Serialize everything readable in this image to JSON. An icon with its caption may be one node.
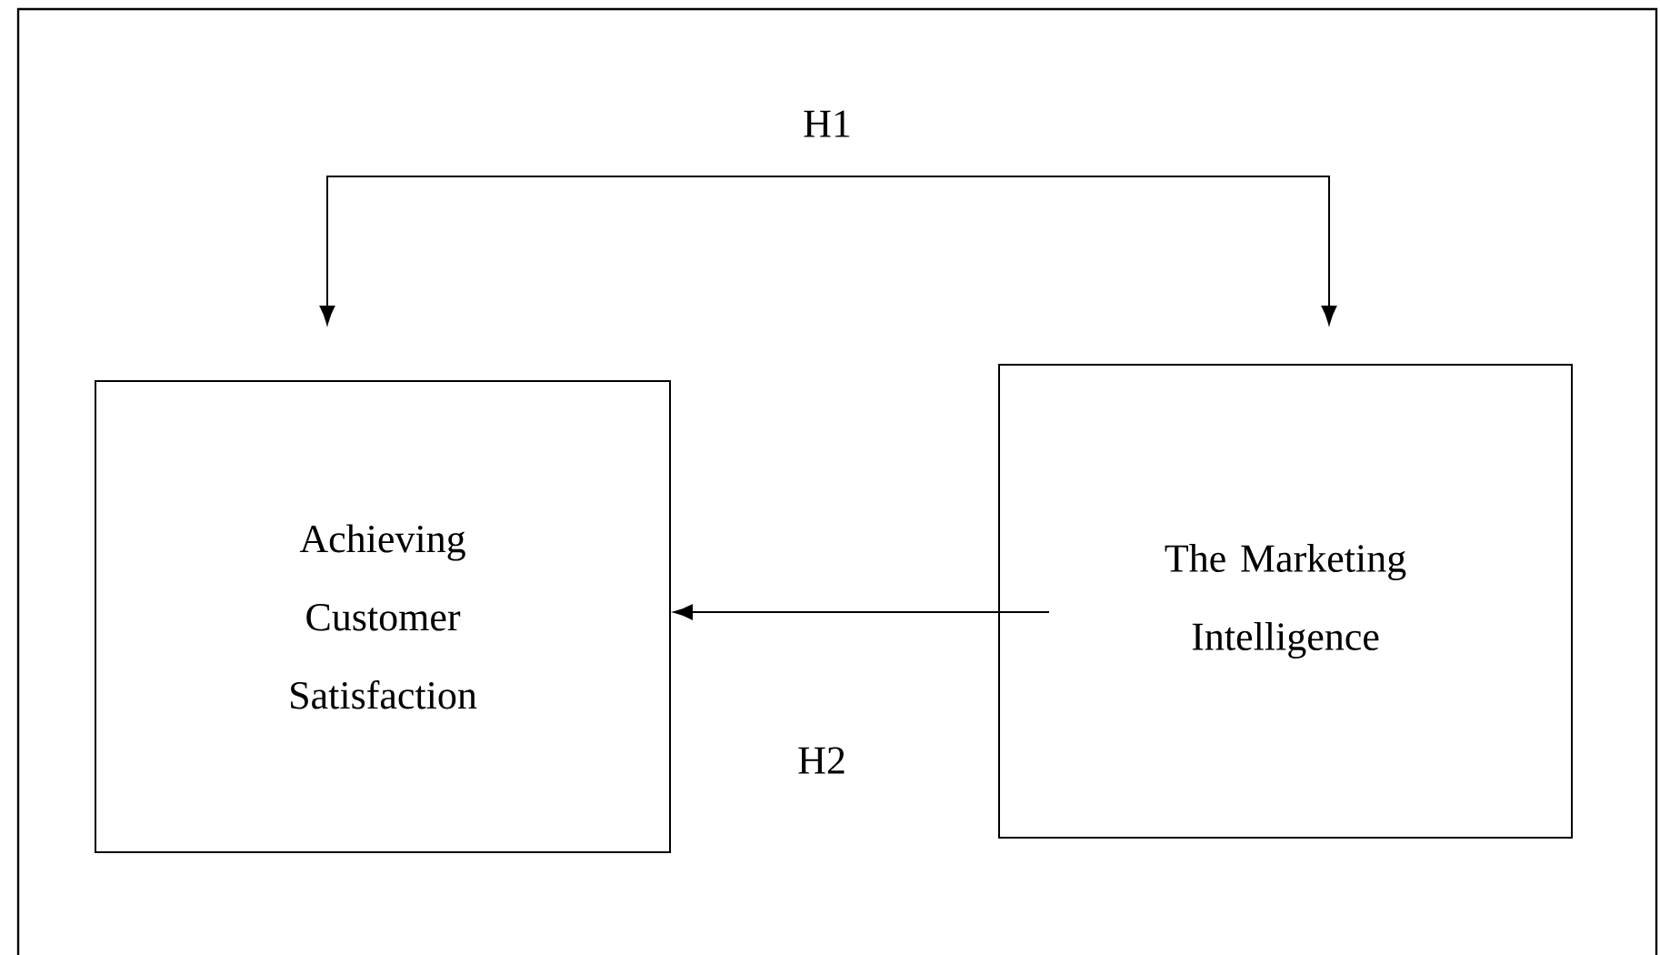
{
  "diagram": {
    "nodes": [
      {
        "text": [
          "Achieving Customer Satisfaction"
        ]
      },
      {
        "text": [
          "The Marketing Intelligence"
        ]
      }
    ],
    "edges": [
      {
        "from": 0,
        "to": 1,
        "arrow": "both",
        "label": "H1"
      },
      {
        "from": 1,
        "to": 0,
        "arrow": "to",
        "label": "H2"
      }
    ]
  }
}
